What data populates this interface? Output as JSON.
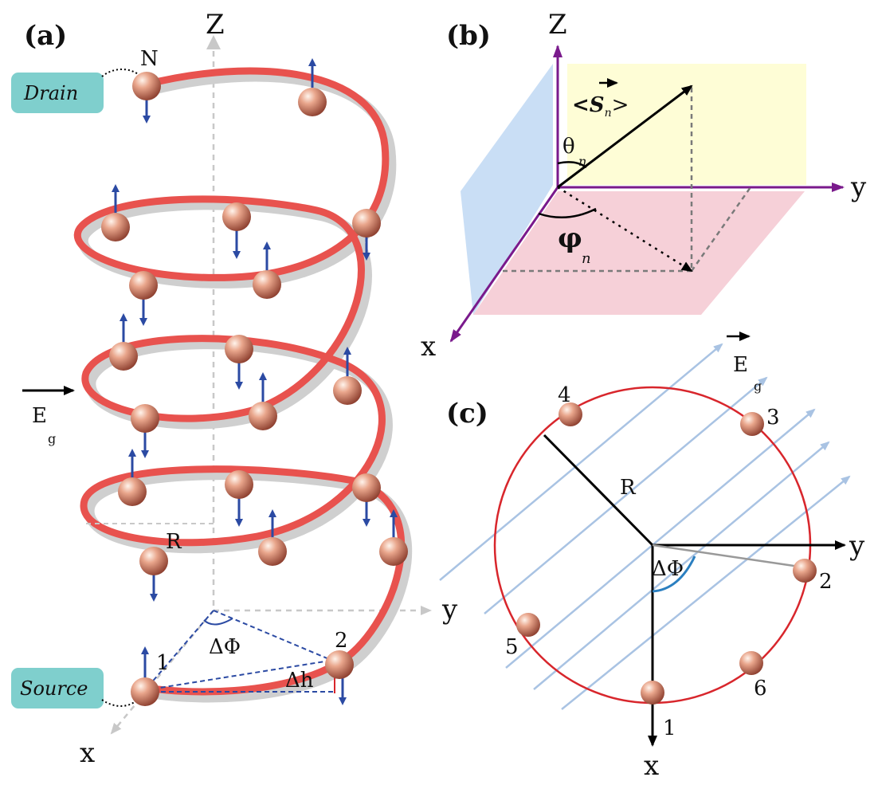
{
  "panels": {
    "a": {
      "label": "(a)",
      "axis_z": "Z",
      "axis_y": "y",
      "axis_x": "x",
      "top_site_label": "N",
      "drain_label": "Drain",
      "source_label": "Source",
      "field_label": "E",
      "field_sub": "g",
      "radius_label": "R",
      "angle_label": "ΔΦ",
      "height_label": "Δh",
      "site1_label": "1",
      "site2_label": "2"
    },
    "b": {
      "label": "(b)",
      "axis_z": "Z",
      "axis_y": "y",
      "axis_x": "x",
      "spin_label": "<S",
      "spin_close": ">",
      "spin_sub": "n",
      "theta_label": "θ",
      "theta_sub": "n",
      "phi_label": "φ",
      "phi_sub": "n"
    },
    "c": {
      "label": "(c)",
      "axis_y": "y",
      "axis_x": "x",
      "field_label": "E",
      "field_sub": "g",
      "radius_label": "R",
      "angle_label": "ΔΦ",
      "site_labels": [
        "1",
        "2",
        "3",
        "4",
        "5",
        "6"
      ]
    }
  },
  "colors": {
    "helix": "#e8524e",
    "helix_shadow": "#cfcfcf",
    "spin_arrow": "#2b4aa3",
    "ball": "#d98a6e",
    "box": "#7fcfcd",
    "plane_xz": "#c9def5",
    "plane_zy": "#fefdd6",
    "plane_xy": "#f6d0d8",
    "axis_b": "#7a1a8c",
    "circle_c": "#d8262c",
    "field_lines_c": "#a9c3e3"
  }
}
